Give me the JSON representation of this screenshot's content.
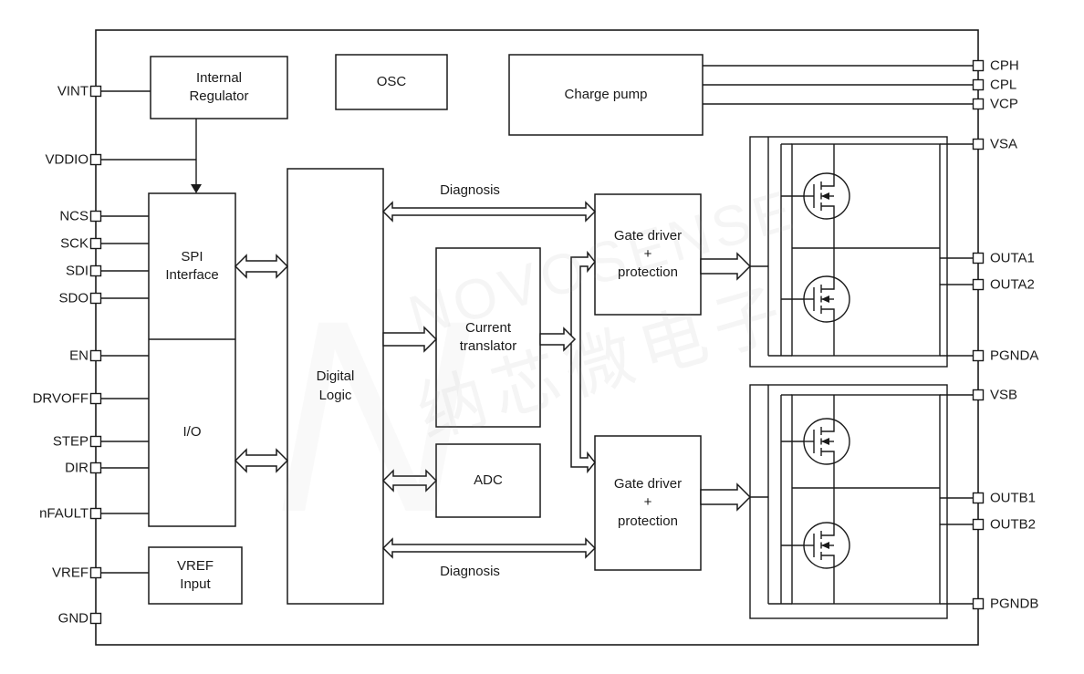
{
  "pins": {
    "left": [
      "VINT",
      "VDDIO",
      "NCS",
      "SCK",
      "SDI",
      "SDO",
      "EN",
      "DRVOFF",
      "STEP",
      "DIR",
      "nFAULT",
      "VREF",
      "GND"
    ],
    "right": [
      "CPH",
      "CPL",
      "VCP",
      "VSA",
      "OUTA1",
      "OUTA2",
      "PGNDA",
      "VSB",
      "OUTB1",
      "OUTB2",
      "PGNDB"
    ]
  },
  "blocks": {
    "internal_regulator": "Internal\nRegulator",
    "osc": "OSC",
    "charge_pump": "Charge pump",
    "spi_interface": "SPI\nInterface",
    "io": "I/O",
    "digital_logic": "Digital\nLogic",
    "current_translator": "Current\ntranslator",
    "adc": "ADC",
    "gate_driver_a": "Gate driver\n+\nprotection",
    "gate_driver_b": "Gate driver\n+\nprotection",
    "vref_input": "VREF\nInput"
  },
  "labels": {
    "diagnosis_top": "Diagnosis",
    "diagnosis_bottom": "Diagnosis"
  },
  "watermark": {
    "brand": "NOVOSENSE",
    "cjk": "纳芯微电子",
    "monogram": "N"
  },
  "colors": {
    "line": "#1a1a1a",
    "background": "#ffffff",
    "watermark": "#999999"
  }
}
